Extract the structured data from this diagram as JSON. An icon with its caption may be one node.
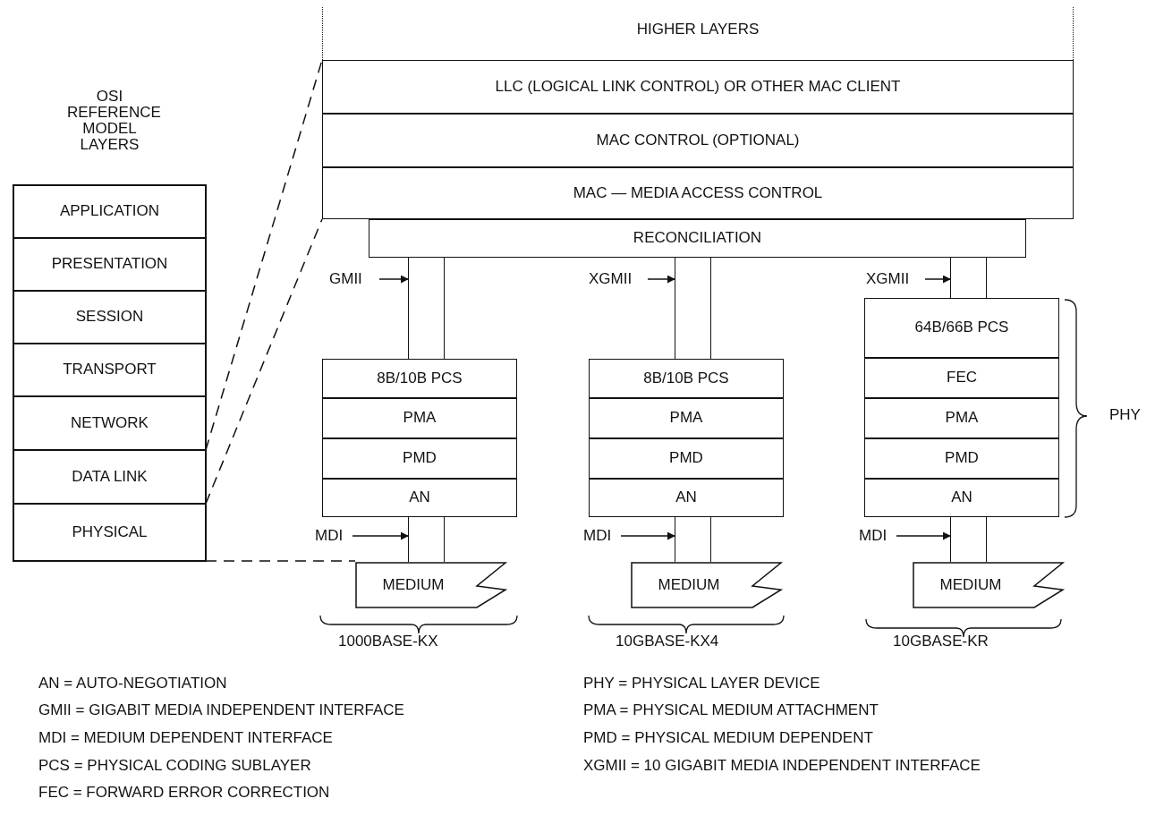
{
  "diagram": {
    "nodes": [
      {
        "text": [
          "HIGHER LAYERS"
        ]
      },
      {
        "text": [
          "LLC (LOGICAL LINK CONTROL) OR OTHER MAC CLIENT"
        ]
      },
      {
        "text": [
          "MAC CONTROL (OPTIONAL)"
        ]
      },
      {
        "text": [
          "MAC — MEDIA ACCESS CONTROL"
        ]
      },
      {
        "text": [
          "OSI REFERENCE MODEL LAYERS"
        ]
      },
      {
        "text": [
          "APPLICATION"
        ],
        "in": 4
      },
      {
        "text": [
          "PRESENTATION"
        ],
        "in": 4
      },
      {
        "text": [
          "SESSION"
        ],
        "in": 4
      },
      {
        "text": [
          "TRANSPORT"
        ],
        "in": 4
      },
      {
        "text": [
          "NETWORK"
        ],
        "in": 4
      },
      {
        "text": [
          "DATA LINK"
        ],
        "in": 4
      },
      {
        "text": [
          "PHYSICAL"
        ],
        "in": 4
      },
      {
        "text": [
          "RECONCILIATION"
        ]
      },
      {
        "text": [
          "GMII"
        ]
      },
      {
        "text": [
          "XGMII"
        ]
      },
      {
        "text": [
          "XGMII"
        ]
      },
      {
        "text": [
          "8B/10B PCS"
        ]
      },
      {
        "text": [
          "PMA"
        ]
      },
      {
        "text": [
          "PMD"
        ]
      },
      {
        "text": [
          "AN"
        ]
      },
      {
        "text": [
          "8B/10B PCS"
        ]
      },
      {
        "text": [
          "PMA"
        ]
      },
      {
        "text": [
          "PMD"
        ]
      },
      {
        "text": [
          "AN"
        ]
      },
      {
        "text": [
          "64B/66B PCS"
        ]
      },
      {
        "text": [
          "FEC"
        ]
      },
      {
        "text": [
          "PMA"
        ]
      },
      {
        "text": [
          "PMD"
        ]
      },
      {
        "text": [
          "AN"
        ]
      },
      {
        "text": [
          "MDI"
        ]
      },
      {
        "text": [
          "MDI"
        ]
      },
      {
        "text": [
          "MDI"
        ]
      },
      {
        "text": [
          "MEDIUM"
        ]
      },
      {
        "text": [
          "MEDIUM"
        ]
      },
      {
        "text": [
          "MEDIUM"
        ]
      },
      {
        "text": [],
        "shape": "bar"
      },
      {
        "text": [],
        "shape": "bar"
      },
      {
        "text": [],
        "shape": "bar"
      },
      {
        "text": [],
        "shape": "bar"
      },
      {
        "text": [],
        "shape": "bar"
      },
      {
        "text": [],
        "shape": "bar"
      }
    ],
    "edges": [
      {
        "from": 10,
        "to": 1,
        "arrow": "none",
        "style": "dashed"
      },
      {
        "from": 10,
        "to": 3,
        "arrow": "none",
        "style": "dashed"
      },
      {
        "from": 11,
        "to": 32,
        "arrow": "none",
        "style": "dashed"
      },
      {
        "from": 13,
        "to": 35,
        "arrow": "to"
      },
      {
        "from": 14,
        "to": 36,
        "arrow": "to"
      },
      {
        "from": 15,
        "to": 37,
        "arrow": "to"
      },
      {
        "from": 29,
        "to": 38,
        "arrow": "to"
      },
      {
        "from": 30,
        "to": 39,
        "arrow": "to"
      },
      {
        "from": 31,
        "to": 40,
        "arrow": "to"
      }
    ],
    "labels": [
      "PHY",
      "1000BASE-KX",
      "10GBASE-KX4",
      "10GBASE-KR",
      "AN = AUTO-NEGOTIATION",
      "PHY = PHYSICAL LAYER DEVICE",
      "GMII = GIGABIT MEDIA INDEPENDENT INTERFACE",
      "PMA = PHYSICAL MEDIUM ATTACHMENT",
      "MDI = MEDIUM DEPENDENT INTERFACE",
      "PMD = PHYSICAL MEDIUM DEPENDENT",
      "PCS = PHYSICAL CODING SUBLAYER",
      "XGMII = 10 GIGABIT MEDIA INDEPENDENT INTERFACE",
      "FEC = FORWARD ERROR CORRECTION"
    ]
  }
}
